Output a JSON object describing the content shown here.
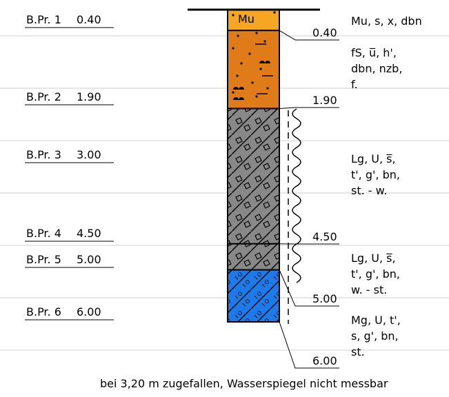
{
  "samples": [
    {
      "label": "B.Pr. 1",
      "depth": "0.40"
    },
    {
      "label": "B.Pr. 2",
      "depth": "1.90"
    },
    {
      "label": "B.Pr. 3",
      "depth": "3.00"
    },
    {
      "label": "B.Pr. 4",
      "depth": "4.50"
    },
    {
      "label": "B.Pr. 5",
      "depth": "5.00"
    },
    {
      "label": "B.Pr. 6",
      "depth": "6.00"
    }
  ],
  "layers": [
    {
      "from": 0.0,
      "to": 0.4,
      "symbol": "Mu",
      "color": "#f6a623",
      "pattern": "fill",
      "description": [
        "Mu, s, x, dbn"
      ]
    },
    {
      "from": 0.4,
      "to": 1.9,
      "symbol": "",
      "color": "#e07b1a",
      "pattern": "dots",
      "description": [
        "fS, u̅, h',",
        "dbn, nzb,",
        "f."
      ]
    },
    {
      "from": 1.9,
      "to": 4.5,
      "symbol": "",
      "color": "#888888",
      "pattern": "gravel",
      "description": [
        "Lg, U, s̅,",
        "t', g', bn,",
        "st. - w."
      ]
    },
    {
      "from": 4.5,
      "to": 5.0,
      "symbol": "",
      "color": "#888888",
      "pattern": "gravel",
      "description": [
        "Lg, U, s̅,",
        "t', g', bn,",
        "w. - st."
      ]
    },
    {
      "from": 5.0,
      "to": 6.0,
      "symbol": "",
      "color": "#1e7ae8",
      "pattern": "ul",
      "description": [
        "Mg, U, t',",
        "s, g', bn,",
        "st."
      ]
    }
  ],
  "boundaries": [
    "0.40",
    "1.90",
    "4.50",
    "5.00",
    "6.00"
  ],
  "footnote": "bei 3,20 m zugefallen, Wasserspiegel nicht messbar"
}
